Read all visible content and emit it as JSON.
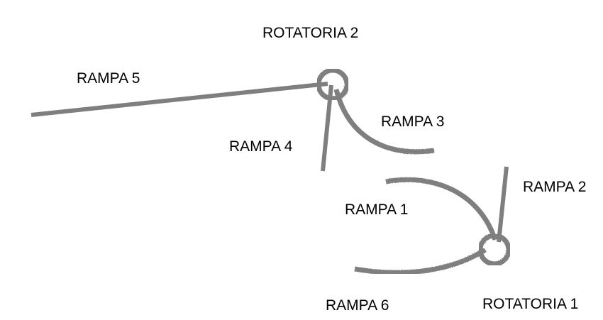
{
  "colors": {
    "road": "#7f7f7f",
    "text": "#000000",
    "background": "#ffffff"
  },
  "labels": {
    "rotatoria_2": "ROTATORIA 2",
    "rotatoria_1": "ROTATORIA 1",
    "rampa_1": "RAMPA 1",
    "rampa_2": "RAMPA 2",
    "rampa_3": "RAMPA 3",
    "rampa_4": "RAMPA 4",
    "rampa_5": "RAMPA 5",
    "rampa_6": "RAMPA 6"
  }
}
